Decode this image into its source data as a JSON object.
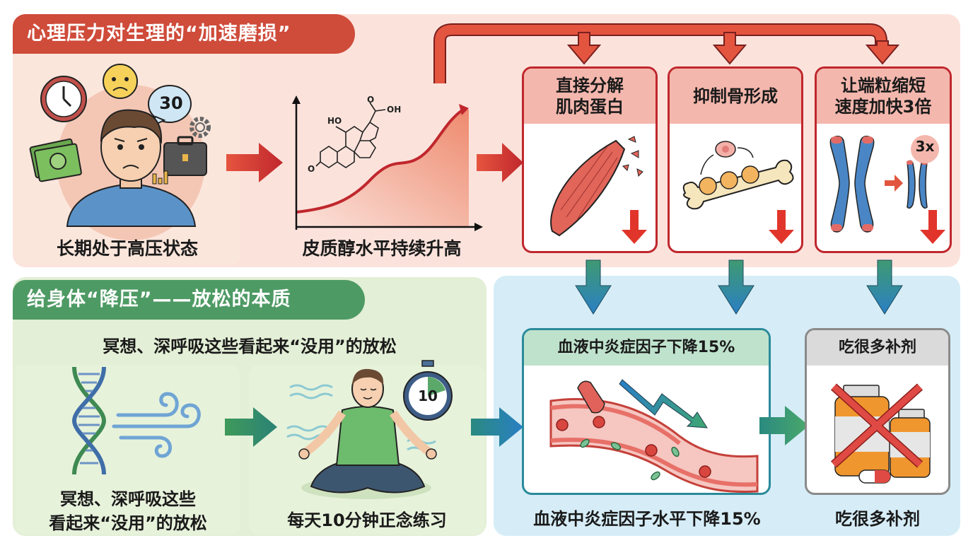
{
  "top_section": {
    "title": "心理压力对生理的“加速磨损”",
    "stress_caption": "长期处于高压状态",
    "speech_bubble_number": "30",
    "cortisol_caption": "皮质醇水平持续升高",
    "molecule_labels": {
      "ho": "HO",
      "oh": "OH",
      "o_top": "O",
      "o_left": "O"
    },
    "effects": [
      {
        "title_line1": "直接分解",
        "title_line2": "肌肉蛋白",
        "icon": "muscle-icon"
      },
      {
        "title_line1": "抑制骨形成",
        "title_line2": "",
        "icon": "bone-icon"
      },
      {
        "title_line1": "让端粒缩短",
        "title_line2": "速度加快3倍",
        "icon": "chromosome-icon",
        "badge": "3x"
      }
    ]
  },
  "bottom_section": {
    "title": "给身体“降压”——放松的本质",
    "subtitle": "冥想、深呼吸这些看起来“没用”的放松",
    "dna_caption_line1": "冥想、深呼吸这些",
    "dna_caption_line2": "看起来“没用”的放松",
    "timer_number": "10",
    "meditation_caption": "每天10分钟正念练习",
    "inflammation_card_title": "血液中炎症因子下降15%",
    "inflammation_caption": "血液中炎症因子水平下降15%",
    "supplement_card_title": "吃很多补剂",
    "supplement_caption": "吃很多补剂"
  },
  "colors": {
    "red_accent": "#cf4b3a",
    "green_accent": "#4e9a64",
    "top_panel_bg": "#fbe3dc",
    "left_top_panel_bg": "#fbe6dc",
    "bottom_left_bg": "#e3efd6",
    "bottom_right_bg": "#d6edf7",
    "card_red_border": "#c0272d",
    "card_teal_border": "#2a8a9a",
    "card_gray_border": "#8a8a8a"
  }
}
